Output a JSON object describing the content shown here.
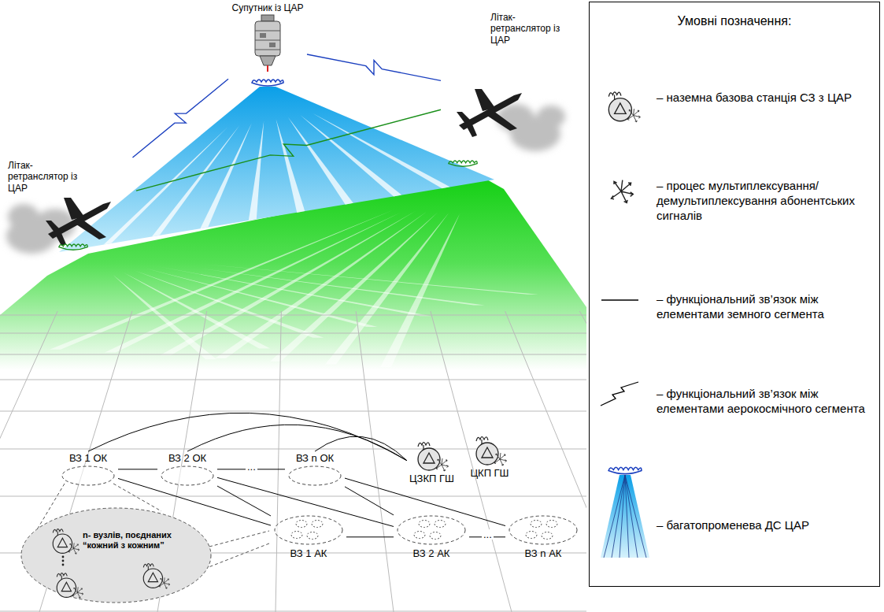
{
  "diagram": {
    "nodes": [
      {
        "text": [
          "Супутник із ЦАР"
        ]
      },
      {
        "text": [
          "Літак-ретранслятор із ЦАР"
        ]
      },
      {
        "text": [
          "Літак-ретранслятор із ЦАР"
        ]
      },
      {
        "text": [
          "ВЗ 1 ОК"
        ]
      },
      {
        "text": [
          "ВЗ 2 ОК"
        ]
      },
      {
        "text": [
          "ВЗ n ОК"
        ]
      },
      {
        "text": [
          "ЦЗКП ГШ"
        ]
      },
      {
        "text": [
          "ЦКП ГШ"
        ]
      },
      {
        "text": [
          "ВЗ 1 АК"
        ]
      },
      {
        "text": [
          "ВЗ 2 АК"
        ]
      },
      {
        "text": [
          "ВЗ n АК"
        ]
      },
      {
        "text": [
          "n- вузлів, поєднаних “кожний з кожним”"
        ]
      }
    ],
    "edges": [
      {
        "from": 0,
        "to": 1,
        "arrow": "none"
      },
      {
        "from": 0,
        "to": 2,
        "arrow": "none"
      },
      {
        "from": 1,
        "to": 2,
        "arrow": "none"
      },
      {
        "from": 3,
        "to": 4,
        "arrow": "none"
      },
      {
        "from": 4,
        "to": 5,
        "label": "...",
        "arrow": "none"
      },
      {
        "from": 3,
        "to": 6,
        "arrow": "none"
      },
      {
        "from": 4,
        "to": 6,
        "arrow": "none"
      },
      {
        "from": 5,
        "to": 6,
        "arrow": "none"
      },
      {
        "from": 3,
        "to": 8,
        "arrow": "none"
      },
      {
        "from": 4,
        "to": 8,
        "arrow": "none"
      },
      {
        "from": 4,
        "to": 9,
        "arrow": "none"
      },
      {
        "from": 5,
        "to": 9,
        "arrow": "none"
      },
      {
        "from": 5,
        "to": 10,
        "arrow": "none"
      },
      {
        "from": 8,
        "to": 9,
        "arrow": "none"
      },
      {
        "from": 9,
        "to": 10,
        "label": "...",
        "arrow": "none"
      }
    ],
    "labels": [
      "Умовні позначення:"
    ],
    "legend": [
      {
        "text": "– наземна базова станція СЗ з ЦАР"
      },
      {
        "text": "– процес мультиплексування/ демультиплексування абонентських сигналів"
      },
      {
        "text": "– функціональний зв’язок між елементами земного сегмента"
      },
      {
        "text": "– функціональний зв’язок між елементами аерокосмічного сегмента"
      },
      {
        "text": "– багатопроменева ДС ЦАР"
      }
    ]
  }
}
